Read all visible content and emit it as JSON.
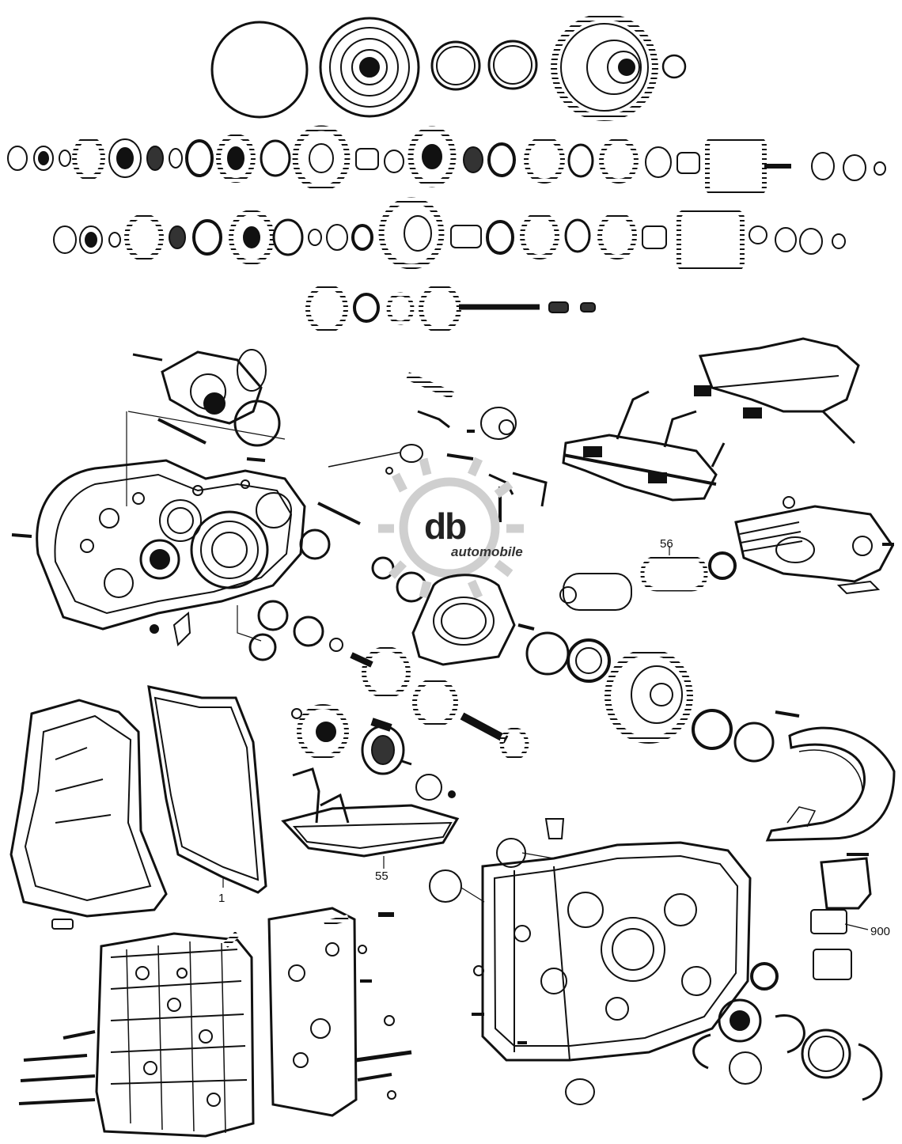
{
  "callouts": {
    "c56": "56",
    "c55": "55",
    "c1": "1",
    "c900": "900"
  },
  "logo": {
    "mark": "db",
    "sub": "automobile",
    "gear_color": "#cfcfcf"
  },
  "colors": {
    "line": "#111111",
    "background": "#ffffff"
  }
}
